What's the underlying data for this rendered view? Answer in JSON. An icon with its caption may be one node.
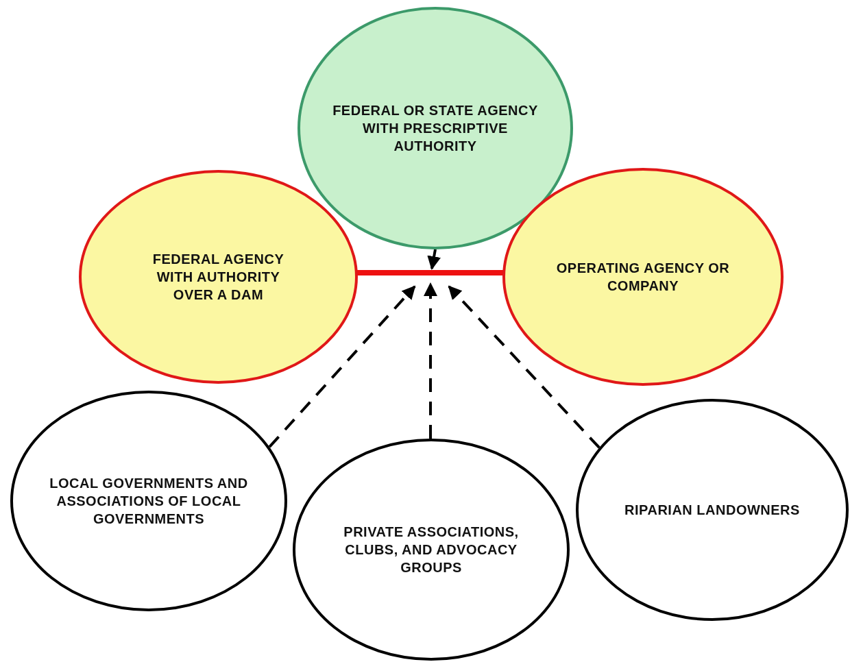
{
  "diagram": {
    "nodes": [
      {
        "text": [
          "FEDERAL OR STATE AGENCY WITH PRESCRIPTIVE AUTHORITY"
        ]
      },
      {
        "text": [
          "FEDERAL AGENCY WITH AUTHORITY OVER A DAM"
        ]
      },
      {
        "text": [
          "OPERATING AGENCY OR COMPANY"
        ]
      },
      {
        "text": [
          "LOCAL GOVERNMENTS AND ASSOCIATIONS OF LOCAL GOVERNMENTS"
        ]
      },
      {
        "text": [
          "PRIVATE ASSOCIATIONS, CLUBS, AND ADVOCACY GROUPS"
        ]
      },
      {
        "text": [
          "RIPARIAN LANDOWNERS"
        ]
      }
    ],
    "edges": [
      {
        "from": 1,
        "to": 2,
        "arrow": "none",
        "style": "thick",
        "color": "#ee1111"
      },
      {
        "from": 0,
        "to": null,
        "arrow": "to"
      },
      {
        "from": 3,
        "to": null,
        "arrow": "to",
        "style": "dashed"
      },
      {
        "from": 4,
        "to": null,
        "arrow": "to",
        "style": "dashed"
      },
      {
        "from": 5,
        "to": null,
        "arrow": "to",
        "style": "dashed"
      }
    ]
  }
}
